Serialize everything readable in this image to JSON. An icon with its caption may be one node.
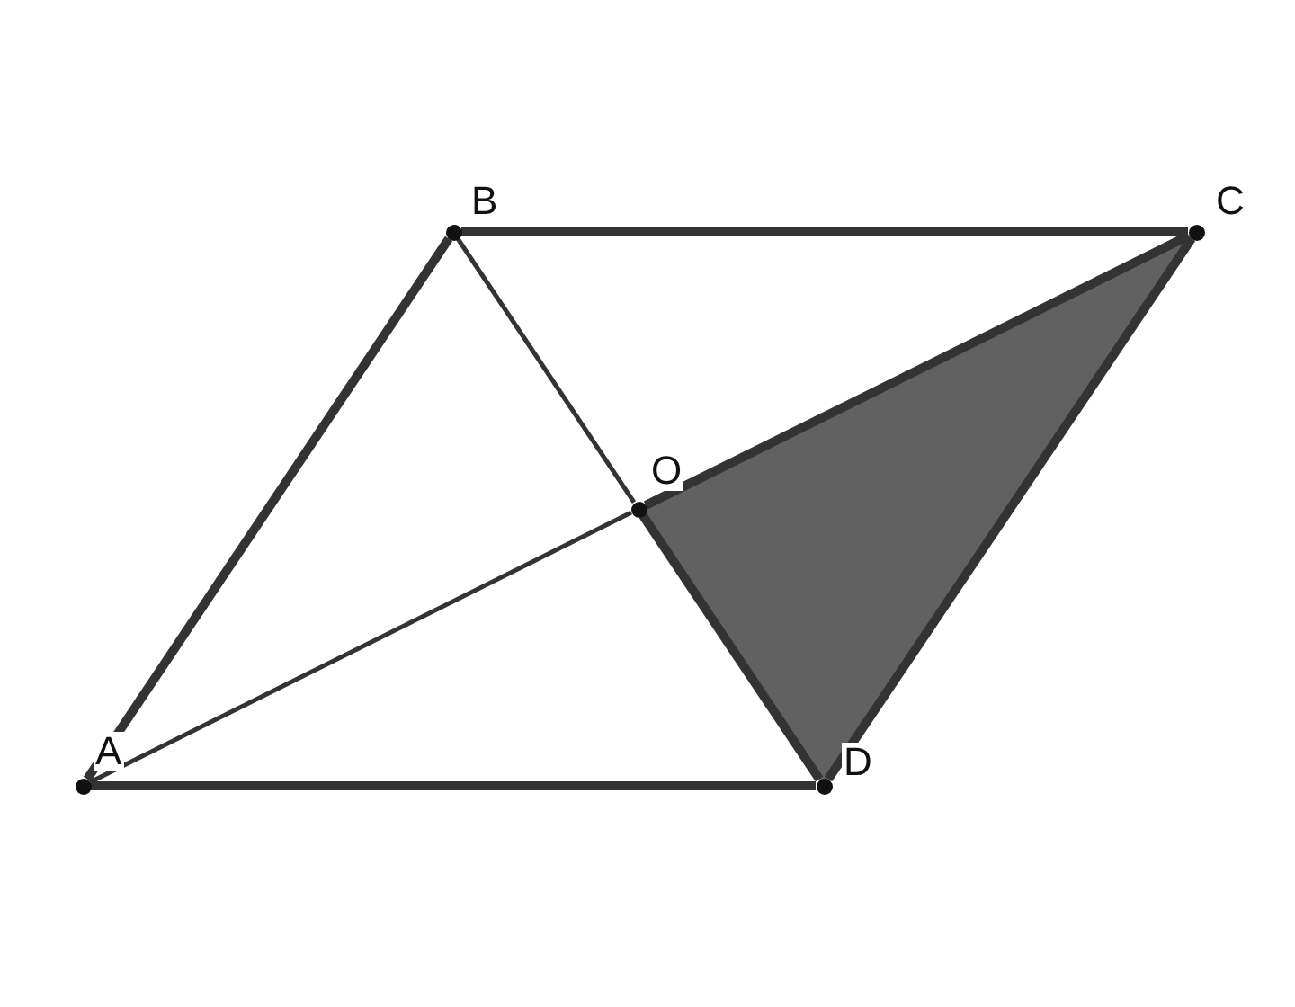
{
  "diagram": {
    "nodes": [
      {
        "text": [
          "A"
        ]
      },
      {
        "text": [
          "B"
        ]
      },
      {
        "text": [
          "C"
        ]
      },
      {
        "text": [
          "D"
        ]
      },
      {
        "text": [
          "O"
        ]
      }
    ],
    "edges": [
      {
        "from": 0,
        "to": 1,
        "arrow": "none"
      },
      {
        "from": 1,
        "to": 2,
        "arrow": "none"
      },
      {
        "from": 2,
        "to": 3,
        "arrow": "none"
      },
      {
        "from": 3,
        "to": 0,
        "arrow": "none"
      },
      {
        "from": 1,
        "to": 4,
        "arrow": "none"
      },
      {
        "from": 4,
        "to": 3,
        "arrow": "none"
      },
      {
        "from": 0,
        "to": 4,
        "arrow": "none"
      },
      {
        "from": 4,
        "to": 2,
        "arrow": "none"
      }
    ]
  }
}
